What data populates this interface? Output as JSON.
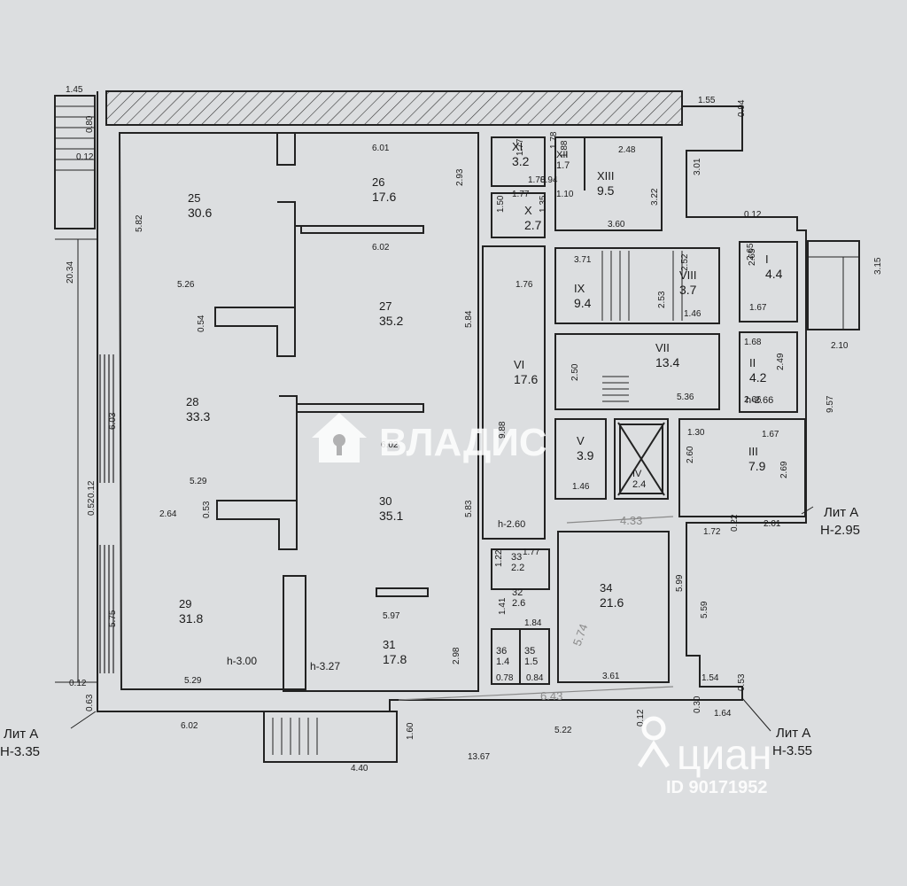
{
  "colors": {
    "paper": "#dcdee0",
    "wall": "#555555",
    "line": "#222222",
    "watermark": "#ffffff",
    "pencil": "#8a8a8a"
  },
  "rooms": [
    {
      "num": "25",
      "area": "30.6"
    },
    {
      "num": "26",
      "area": "17.6"
    },
    {
      "num": "27",
      "area": "35.2"
    },
    {
      "num": "28",
      "area": "33.3"
    },
    {
      "num": "29",
      "area": "31.8"
    },
    {
      "num": "30",
      "area": "35.1"
    },
    {
      "num": "31",
      "area": "17.8"
    },
    {
      "num": "32",
      "area": "2.6"
    },
    {
      "num": "33",
      "area": "2.2"
    },
    {
      "num": "34",
      "area": "21.6"
    },
    {
      "num": "35",
      "area": "1.5"
    },
    {
      "num": "36",
      "area": "1.4"
    },
    {
      "num": "I",
      "area": "4.4"
    },
    {
      "num": "II",
      "area": "4.2"
    },
    {
      "num": "III",
      "area": "7.9"
    },
    {
      "num": "IV",
      "area": "2.4"
    },
    {
      "num": "V",
      "area": "3.9"
    },
    {
      "num": "VI",
      "area": "17.6"
    },
    {
      "num": "VII",
      "area": "13.4"
    },
    {
      "num": "VIII",
      "area": "3.7"
    },
    {
      "num": "IX",
      "area": "9.4"
    },
    {
      "num": "X",
      "area": "2.7"
    },
    {
      "num": "XI",
      "area": "3.2"
    },
    {
      "num": "XII",
      "area": "1.7"
    },
    {
      "num": "XIII",
      "area": "9.5"
    }
  ],
  "dimensions": [
    "1.45",
    "1.55",
    "0.94",
    "0.80",
    "0.12",
    "6.01",
    "2.93",
    "5.82",
    "20.34",
    "1.77",
    "1.78",
    "1.78",
    "1.88",
    "2.48",
    "3.01",
    "1.77",
    "0.94",
    "1.10",
    "1.50",
    "1.35",
    "3.22",
    "3.60",
    "0.12",
    "6.02",
    "3.71",
    "2.52",
    "2.65",
    "3.15",
    "5.26",
    "1.76",
    "2.53",
    "1.46",
    "1.67",
    "2.65",
    "0.54",
    "5.84",
    "2.10",
    "1.68",
    "2.50",
    "2.49",
    "5.36",
    "6.03",
    "9.88",
    "2.66",
    "6.02",
    "1.30",
    "1.67",
    "9.57",
    "2.60",
    "0.12",
    "5.29",
    "0.52",
    "2.64",
    "0.53",
    "5.83",
    "1.46",
    "2.69",
    "0.22",
    "2.01",
    "1.72",
    "1.77",
    "1.22",
    "5.99",
    "5.97",
    "1.41",
    "5.59",
    "5.75",
    "1.84",
    "2.98",
    "3.61",
    "1.54",
    "0.12",
    "5.29",
    "0.78",
    "0.84",
    "0.53",
    "0.63",
    "0.30",
    "1.64",
    "6.02",
    "1.60",
    "5.22",
    "0.12",
    "4.40",
    "13.67"
  ],
  "heights": [
    "h-3.00",
    "h-3.27",
    "h-2.60",
    "h-2.66"
  ],
  "lit_labels": [
    {
      "name": "Лит А",
      "height": "Н-2.95"
    },
    {
      "name": "Лит А",
      "height": "Н-3.35"
    },
    {
      "name": "Лит А",
      "height": "Н-3.55"
    }
  ],
  "pencil_notes": [
    "4.33",
    "5.74",
    "6.43"
  ],
  "watermarks": {
    "vladis": "ВЛАДИС",
    "cian": "циан",
    "cian_id": "ID 90171952"
  }
}
